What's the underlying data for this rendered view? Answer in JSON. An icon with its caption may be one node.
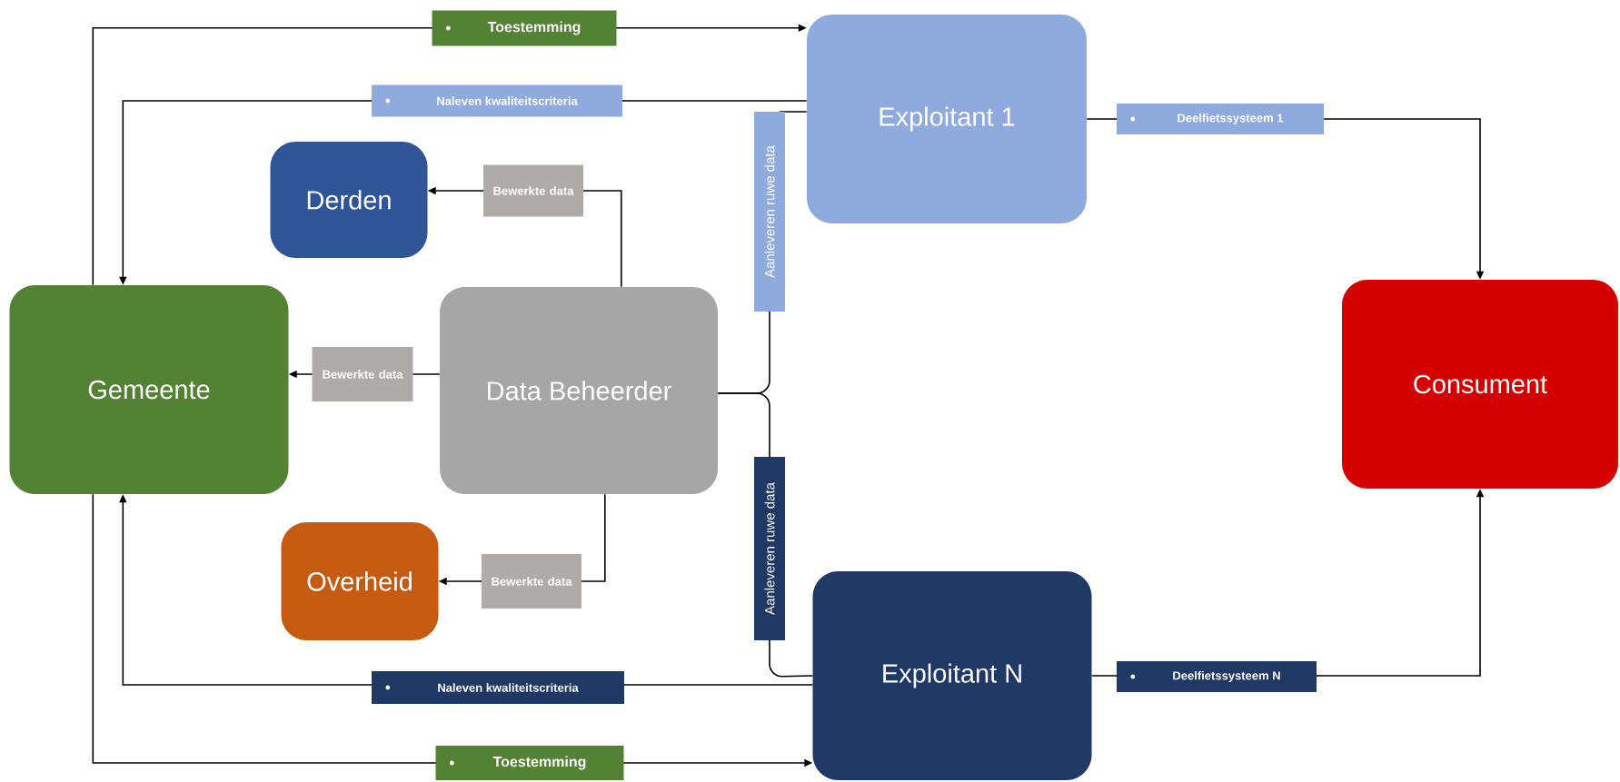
{
  "diagram": {
    "nodes": [
      {
        "text": [
          "Gemeente"
        ]
      },
      {
        "text": [
          "Derden"
        ]
      },
      {
        "text": [
          "Data Beheerder"
        ]
      },
      {
        "text": [
          "Overheid"
        ]
      },
      {
        "text": [
          "Exploitant 1"
        ]
      },
      {
        "text": [
          "Exploitant N"
        ]
      },
      {
        "text": [
          "Consument"
        ]
      }
    ],
    "edges": [
      {
        "from": 0,
        "to": 4,
        "arrow": "to",
        "label": "Toestemming"
      },
      {
        "from": 4,
        "to": 0,
        "arrow": "to",
        "label": "Naleven kwaliteitscriteria"
      },
      {
        "from": 2,
        "to": 1,
        "arrow": "to",
        "label": "Bewerkte data"
      },
      {
        "from": 2,
        "to": 0,
        "arrow": "to",
        "label": "Bewerkte data"
      },
      {
        "from": 2,
        "to": 3,
        "arrow": "to",
        "label": "Bewerkte data"
      },
      {
        "from": 2,
        "to": 4,
        "arrow": "none",
        "label": "Aanleveren ruwe data"
      },
      {
        "from": 2,
        "to": 5,
        "arrow": "none",
        "label": "Aanleveren ruwe data"
      },
      {
        "from": 5,
        "to": 0,
        "arrow": "to",
        "label": "Naleven kwaliteitscriteria"
      },
      {
        "from": 0,
        "to": 5,
        "arrow": "to",
        "label": "Toestemming"
      },
      {
        "from": 4,
        "to": 6,
        "arrow": "to",
        "label": "Deelfietssysteem 1"
      },
      {
        "from": 5,
        "to": 6,
        "arrow": "to",
        "label": "Deelfietssysteem N"
      }
    ]
  }
}
